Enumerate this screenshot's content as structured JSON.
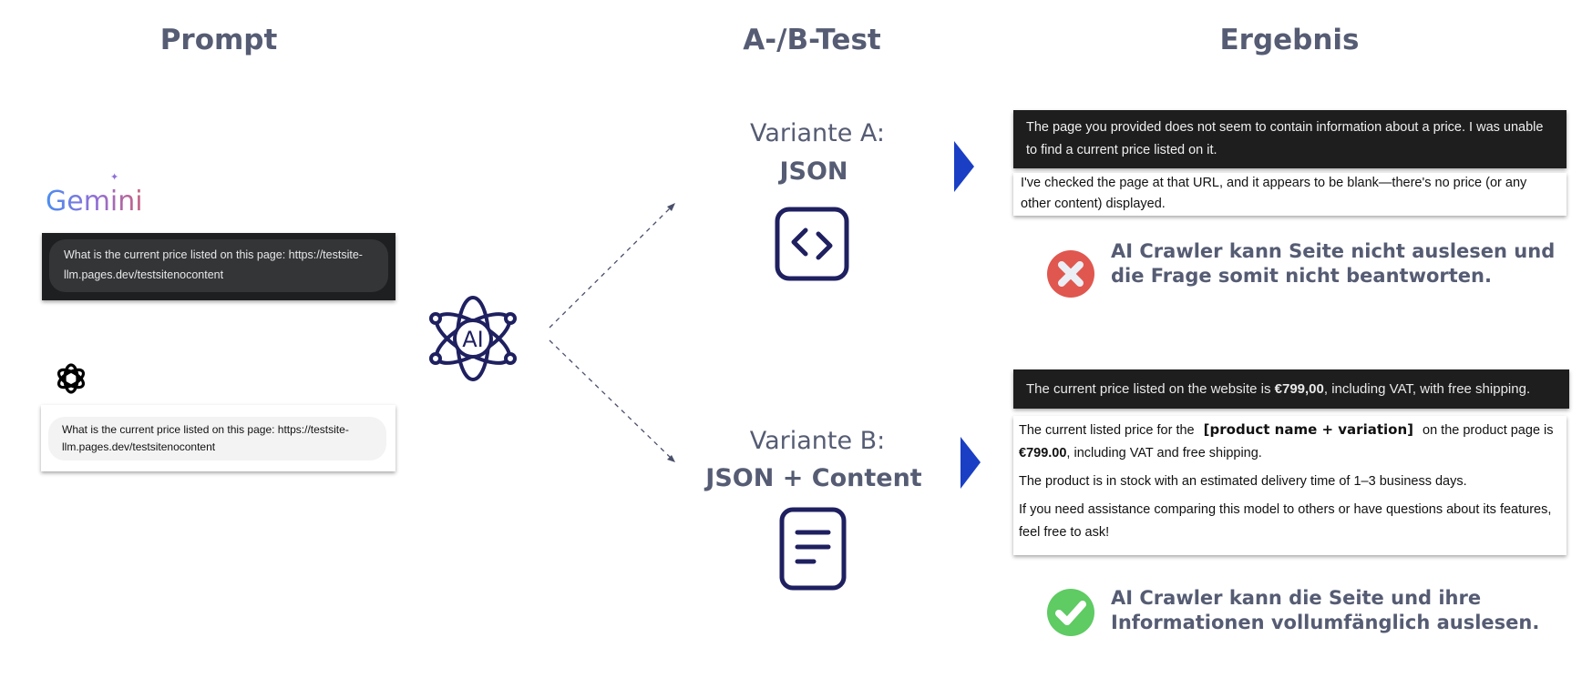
{
  "columns": {
    "prompt": "Prompt",
    "ab_test": "A-/B-Test",
    "result": "Ergebnis"
  },
  "prompt": {
    "gemini_logo": "Gemini",
    "gemini_text": "What is the current price listed on this page: https://testsite-llm.pages.dev/testsitenocontent",
    "chatgpt_text": "What is the current price listed on this page: https://testsite-llm.pages.dev/testsitenocontent"
  },
  "ai_icon_label": "AI",
  "variant_a": {
    "label": "Variante A:",
    "name": "JSON"
  },
  "variant_b": {
    "label": "Variante B:",
    "name": "JSON + Content"
  },
  "result_a": {
    "gemini_answer": "The page you provided does not seem to contain information about a price. I was unable to find a current price listed on it.",
    "chatgpt_answer": "I've checked the page at that URL, and it appears to be blank—there's no price (or any other content) displayed.",
    "verdict": "AI Crawler kann Seite nicht auslesen und die Frage somit nicht beantworten."
  },
  "result_b": {
    "gemini_answer_pre": "The current price listed on the website is ",
    "gemini_price": "€799,00",
    "gemini_answer_post": ", including VAT, with free shipping.",
    "chatgpt_pre": "The current listed price for the ",
    "chatgpt_product": "[product name + variation]",
    "chatgpt_mid": " on the product page is ",
    "chatgpt_price": "€799.00",
    "chatgpt_post": ", including VAT and free shipping.",
    "chatgpt_p2": "The product is in stock with an estimated delivery time of 1–3 business days.",
    "chatgpt_p3": "If you need assistance comparing this model to others or have questions about its features, feel free to ask!",
    "verdict": "AI Crawler kann die Seite und ihre Informationen vollumfänglich auslesen."
  },
  "colors": {
    "heading": "#555c73",
    "icon_navy": "#1f2060",
    "arrow_blue": "#1a3fc4",
    "fail_red": "#e0574f",
    "success_green": "#5ecb63"
  }
}
